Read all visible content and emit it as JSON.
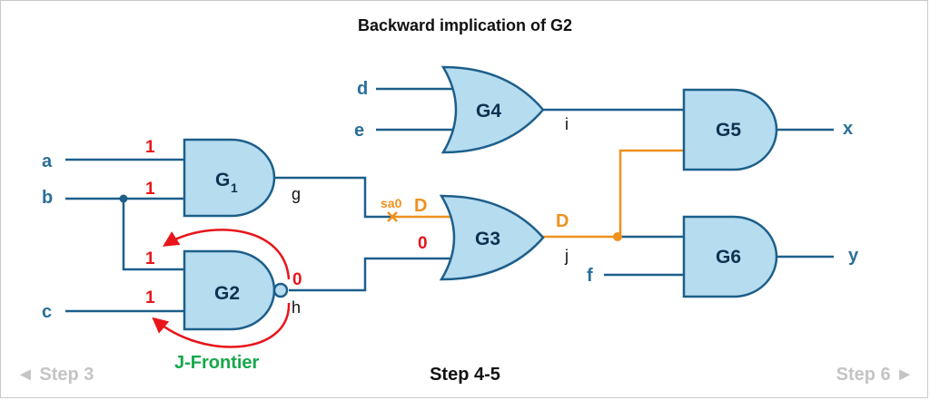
{
  "title": "Backward implication of G2",
  "navigation": {
    "prev": "◄ Step 3",
    "current": "Step 4-5",
    "next": "Step 6 ►"
  },
  "circuit": {
    "inputs": {
      "a": "a",
      "b": "b",
      "c": "c",
      "d": "d",
      "e": "e",
      "f": "f"
    },
    "outputs": {
      "x": "x",
      "y": "y"
    },
    "gates": {
      "g1": {
        "name": "G",
        "sub": "1"
      },
      "g2": {
        "name": "G2"
      },
      "g3": {
        "name": "G3"
      },
      "g4": {
        "name": "G4"
      },
      "g5": {
        "name": "G5"
      },
      "g6": {
        "name": "G6"
      }
    },
    "nodes": {
      "g": "g",
      "h": "h",
      "i": "i",
      "j": "j"
    },
    "values": {
      "g1_in_a": "1",
      "g1_in_b": "1",
      "g2_in_b": "1",
      "g2_in_c": "1",
      "g2_out": "0",
      "g3_in_h": "0",
      "g3_in_g": "D",
      "g3_out": "D"
    },
    "fault_label": "sa0",
    "j_frontier": "J-Frontier"
  },
  "colors": {
    "wire": "#1d5f8a",
    "gate_fill": "#b6dcef",
    "fault_path": "#f0901e",
    "logic_value": "#e8151b",
    "j_frontier": "#14a84a"
  }
}
